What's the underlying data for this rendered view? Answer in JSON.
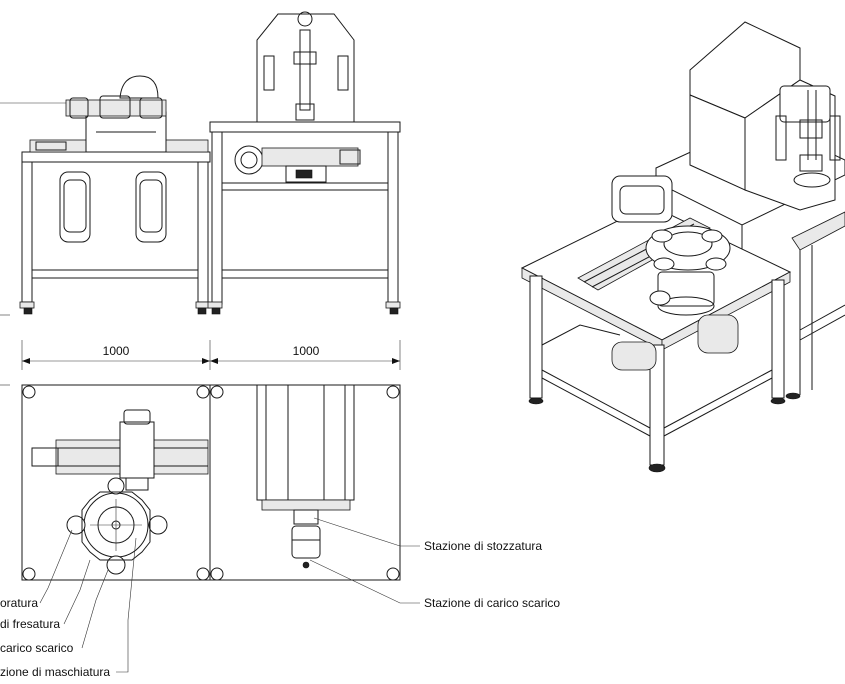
{
  "dimensions": {
    "left_width": "1000",
    "right_width": "1000"
  },
  "labels": {
    "stozzatura": "Stazione di stozzatura",
    "carico_scarico_right": "Stazione di carico scarico",
    "foratura": "oratura",
    "fresatura": "di fresatura",
    "carico_scarico_left": "carico scarico",
    "maschiatura": "zione di maschiatura"
  }
}
